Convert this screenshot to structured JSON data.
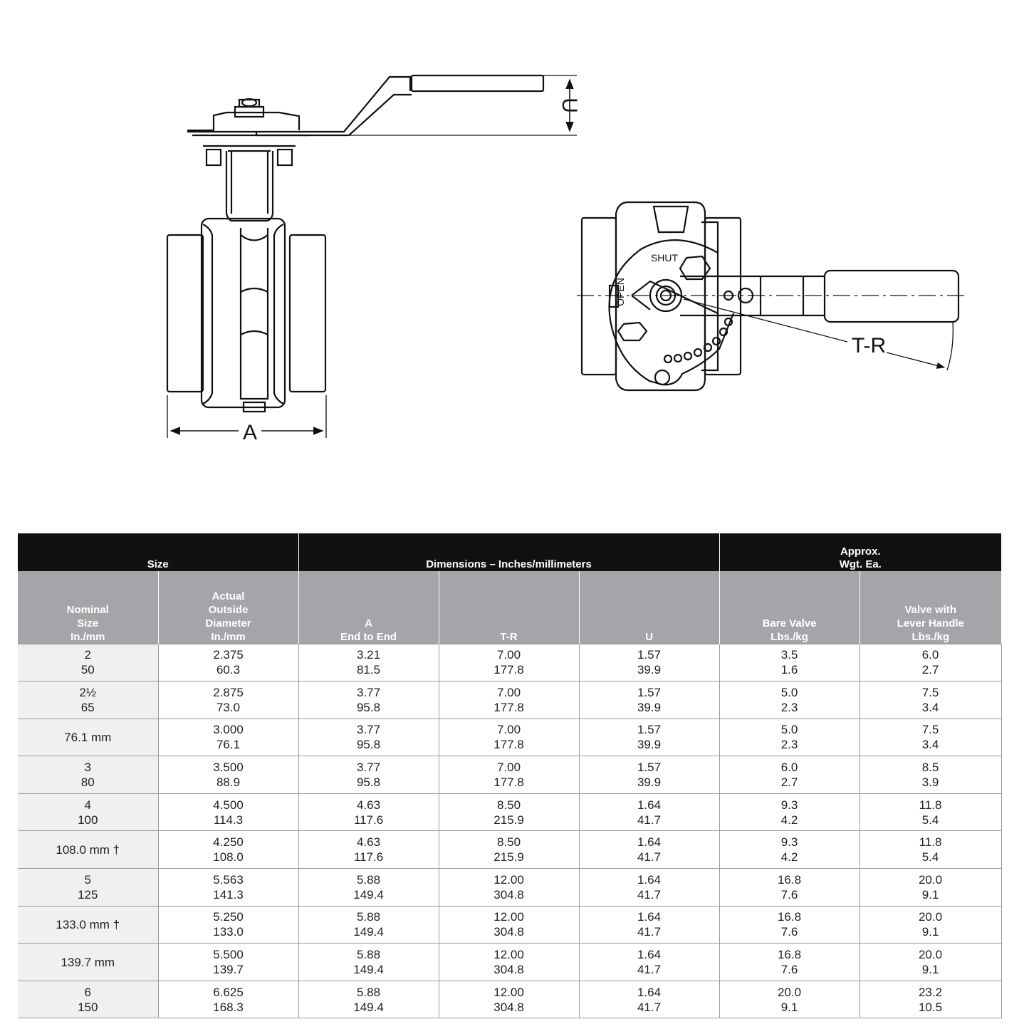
{
  "drawing": {
    "label_u": "U",
    "label_a": "A",
    "label_tr": "T-R",
    "label_shut": "SHUT",
    "label_open": "OPEN"
  },
  "table": {
    "groups": {
      "size": "Size",
      "dimensions": "Dimensions – Inches/millimeters",
      "weight_1": "Approx.",
      "weight_2": "Wgt. Ea."
    },
    "columns": [
      [
        "Nominal",
        "Size",
        "In./mm"
      ],
      [
        "Actual",
        "Outside",
        "Diameter",
        "In./mm"
      ],
      [
        "A",
        "End to End"
      ],
      [
        "T-R"
      ],
      [
        "U"
      ],
      [
        "Bare Valve",
        "Lbs./kg"
      ],
      [
        "Valve with",
        "Lever Handle",
        "Lbs./kg"
      ]
    ],
    "rows": [
      [
        [
          "2",
          "50"
        ],
        [
          "2.375",
          "60.3"
        ],
        [
          "3.21",
          "81.5"
        ],
        [
          "7.00",
          "177.8"
        ],
        [
          "1.57",
          "39.9"
        ],
        [
          "3.5",
          "1.6"
        ],
        [
          "6.0",
          "2.7"
        ]
      ],
      [
        [
          "2½",
          "65"
        ],
        [
          "2.875",
          "73.0"
        ],
        [
          "3.77",
          "95.8"
        ],
        [
          "7.00",
          "177.8"
        ],
        [
          "1.57",
          "39.9"
        ],
        [
          "5.0",
          "2.3"
        ],
        [
          "7.5",
          "3.4"
        ]
      ],
      [
        [
          "76.1 mm"
        ],
        [
          "3.000",
          "76.1"
        ],
        [
          "3.77",
          "95.8"
        ],
        [
          "7.00",
          "177.8"
        ],
        [
          "1.57",
          "39.9"
        ],
        [
          "5.0",
          "2.3"
        ],
        [
          "7.5",
          "3.4"
        ]
      ],
      [
        [
          "3",
          "80"
        ],
        [
          "3.500",
          "88.9"
        ],
        [
          "3.77",
          "95.8"
        ],
        [
          "7.00",
          "177.8"
        ],
        [
          "1.57",
          "39.9"
        ],
        [
          "6.0",
          "2.7"
        ],
        [
          "8.5",
          "3.9"
        ]
      ],
      [
        [
          "4",
          "100"
        ],
        [
          "4.500",
          "114.3"
        ],
        [
          "4.63",
          "117.6"
        ],
        [
          "8.50",
          "215.9"
        ],
        [
          "1.64",
          "41.7"
        ],
        [
          "9.3",
          "4.2"
        ],
        [
          "11.8",
          "5.4"
        ]
      ],
      [
        [
          "108.0 mm †"
        ],
        [
          "4.250",
          "108.0"
        ],
        [
          "4.63",
          "117.6"
        ],
        [
          "8.50",
          "215.9"
        ],
        [
          "1.64",
          "41.7"
        ],
        [
          "9.3",
          "4.2"
        ],
        [
          "11.8",
          "5.4"
        ]
      ],
      [
        [
          "5",
          "125"
        ],
        [
          "5.563",
          "141.3"
        ],
        [
          "5.88",
          "149.4"
        ],
        [
          "12.00",
          "304.8"
        ],
        [
          "1.64",
          "41.7"
        ],
        [
          "16.8",
          "7.6"
        ],
        [
          "20.0",
          "9.1"
        ]
      ],
      [
        [
          "133.0 mm †"
        ],
        [
          "5.250",
          "133.0"
        ],
        [
          "5.88",
          "149.4"
        ],
        [
          "12.00",
          "304.8"
        ],
        [
          "1.64",
          "41.7"
        ],
        [
          "16.8",
          "7.6"
        ],
        [
          "20.0",
          "9.1"
        ]
      ],
      [
        [
          "139.7 mm"
        ],
        [
          "5.500",
          "139.7"
        ],
        [
          "5.88",
          "149.4"
        ],
        [
          "12.00",
          "304.8"
        ],
        [
          "1.64",
          "41.7"
        ],
        [
          "16.8",
          "7.6"
        ],
        [
          "20.0",
          "9.1"
        ]
      ],
      [
        [
          "6",
          "150"
        ],
        [
          "6.625",
          "168.3"
        ],
        [
          "5.88",
          "149.4"
        ],
        [
          "12.00",
          "304.8"
        ],
        [
          "1.64",
          "41.7"
        ],
        [
          "20.0",
          "9.1"
        ],
        [
          "23.2",
          "10.5"
        ]
      ]
    ]
  }
}
